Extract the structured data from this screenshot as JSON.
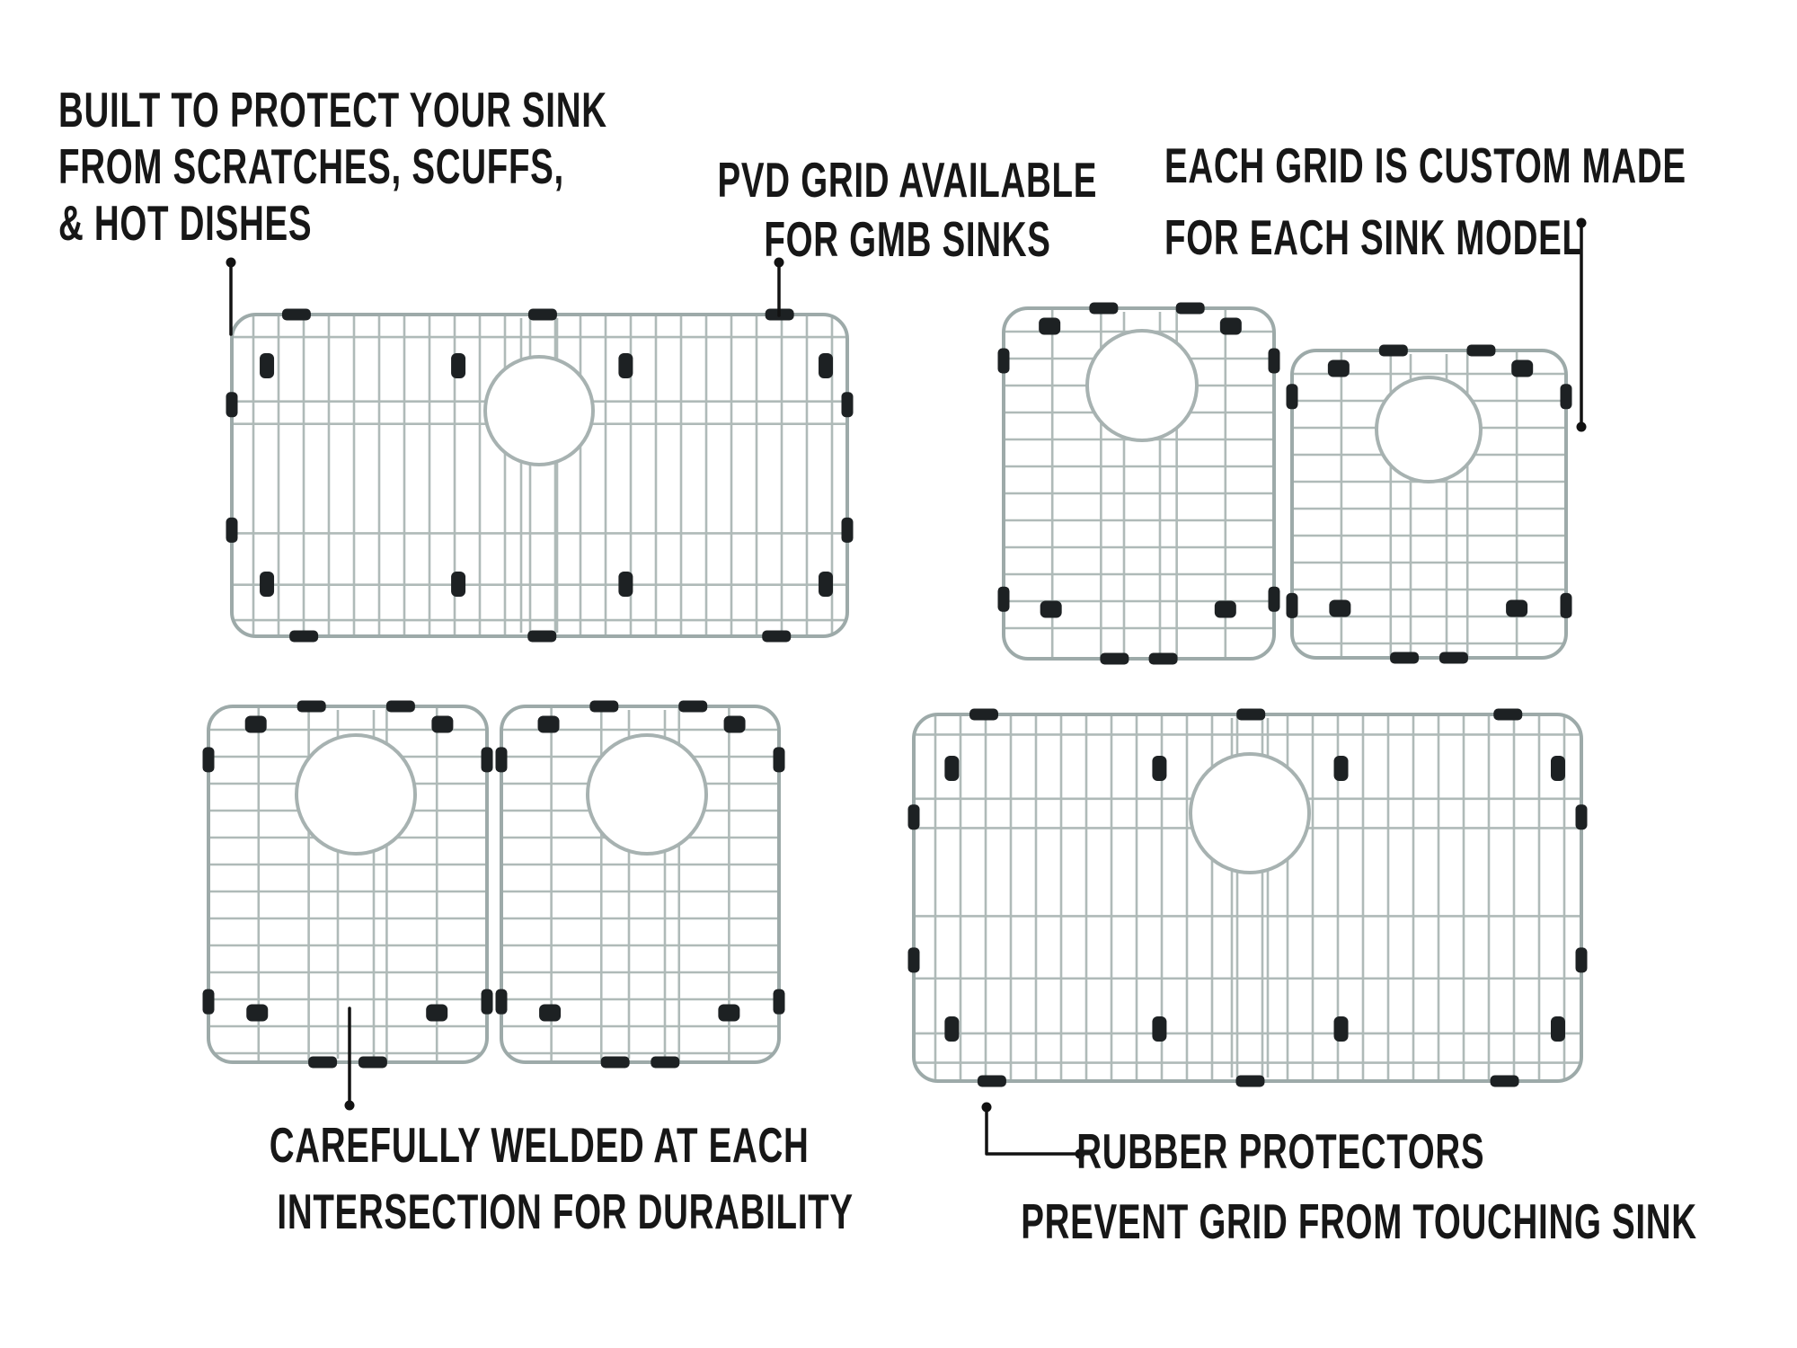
{
  "page": {
    "background": "#ffffff"
  },
  "colors": {
    "text": "#171717",
    "leader_line": "#121212",
    "wire": "#afbab8",
    "wire_border": "#9daaa9",
    "circle_ring": "#a7b2b1",
    "rubber_foot": "#1d2123"
  },
  "annotations": {
    "protect": {
      "lines": [
        "BUILT TO PROTECT YOUR SINK",
        "FROM SCRATCHES, SCUFFS,",
        "& HOT DISHES"
      ]
    },
    "pvd": {
      "lines": [
        "PVD GRID AVAILABLE",
        "FOR GMB SINKS"
      ]
    },
    "custom": {
      "lines": [
        "EACH GRID IS CUSTOM MADE",
        "FOR EACH SINK MODEL"
      ]
    },
    "welded": {
      "lines": [
        "CAREFULLY WELDED AT EACH",
        "INTERSECTION FOR DURABILITY"
      ]
    },
    "rubber": {
      "lines": [
        "RUBBER PROTECTORS",
        "PREVENT GRID FROM TOUCHING SINK"
      ]
    }
  },
  "illustrations": {
    "grids": [
      {
        "id": "grid-single-bowl-top-left",
        "label": "single bowl sink grid"
      },
      {
        "id": "grid-offset-double-large",
        "label": "offset double bowl grid large"
      },
      {
        "id": "grid-offset-double-small",
        "label": "offset double bowl grid small"
      },
      {
        "id": "grid-equal-double-left",
        "label": "equal double bowl grid left"
      },
      {
        "id": "grid-equal-double-right",
        "label": "equal double bowl grid right"
      },
      {
        "id": "grid-single-bowl-bottom-right",
        "label": "single bowl sink grid wide"
      }
    ]
  }
}
